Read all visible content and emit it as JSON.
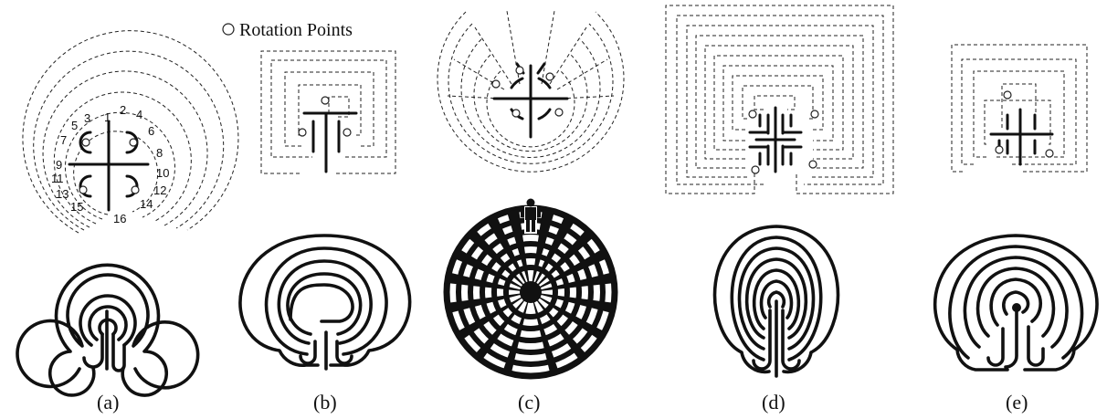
{
  "legend": {
    "label": "Rotation Points"
  },
  "panels": [
    {
      "caption": "(a)",
      "seed_numbers": [
        "1",
        "2",
        "3",
        "4",
        "5",
        "6",
        "7",
        "8",
        "9",
        "10",
        "11",
        "12",
        "13",
        "14",
        "15",
        "16"
      ]
    },
    {
      "caption": "(b)"
    },
    {
      "caption": "(c)"
    },
    {
      "caption": "(d)"
    },
    {
      "caption": "(e)"
    }
  ]
}
